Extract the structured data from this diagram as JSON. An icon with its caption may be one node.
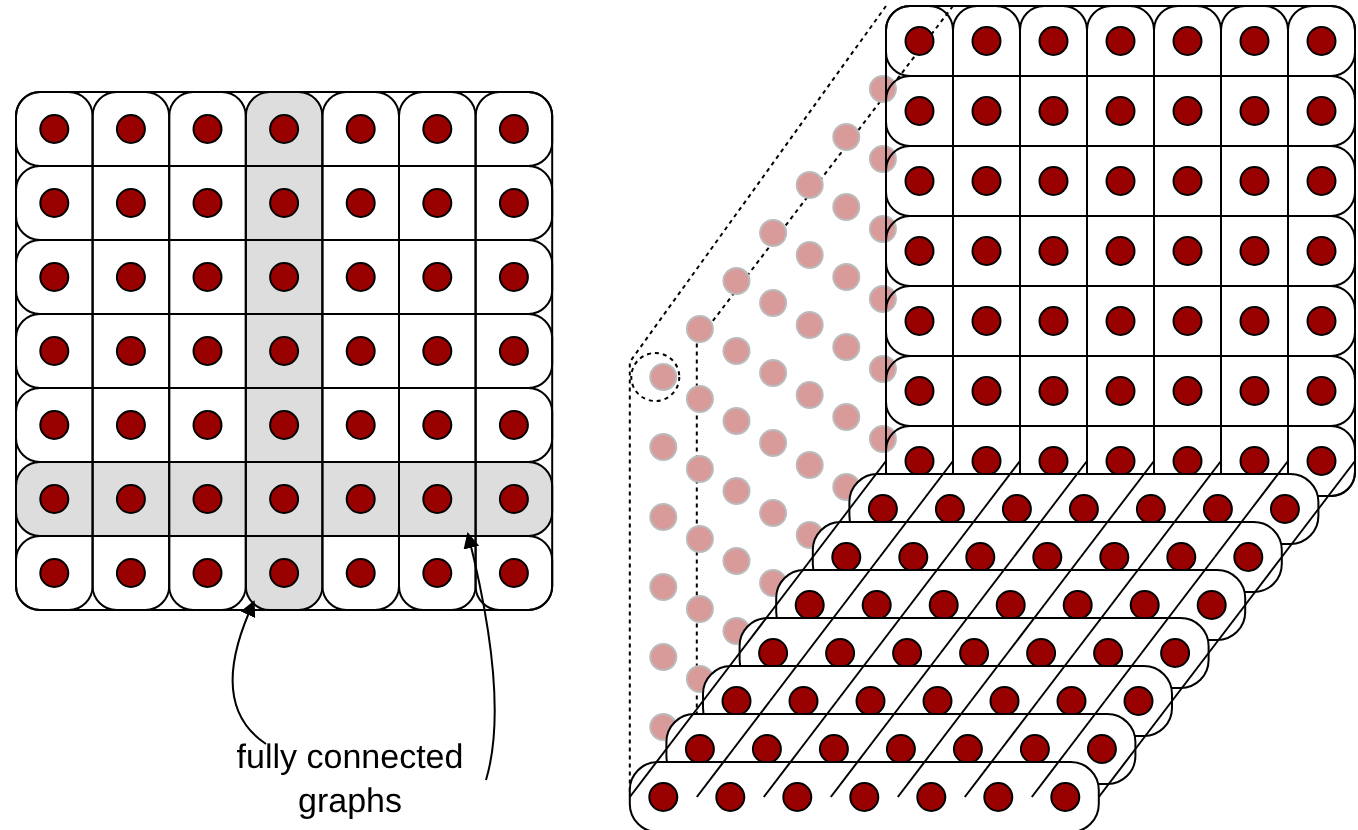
{
  "diagram": {
    "nodes": [
      {
        "text": [
          "fully connected graphs"
        ]
      },
      {
        "text": [],
        "shape": "bar"
      },
      {
        "text": [],
        "shape": "bar"
      }
    ],
    "edges": [
      {
        "from": 0,
        "to": 1,
        "arrow": "to"
      },
      {
        "from": 0,
        "to": 2,
        "arrow": "to"
      }
    ]
  }
}
